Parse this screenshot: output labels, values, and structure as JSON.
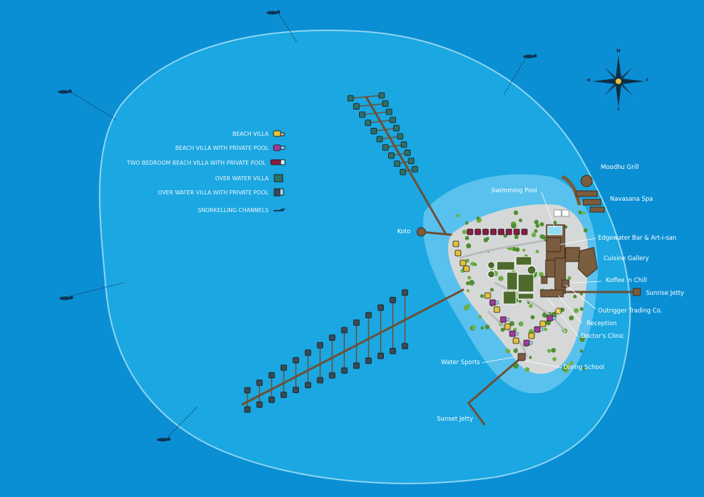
{
  "legend": [
    {
      "label": "BEACH VILLA",
      "icon": "beach-villa-icon",
      "color": "#e2c33a"
    },
    {
      "label": "BEACH VILLA WITH PRIVATE POOL",
      "icon": "beach-villa-pool-icon",
      "color": "#a43a9a"
    },
    {
      "label": "TWO BEDROOM BEACH VILLA WITH PRIVATE POOL",
      "icon": "two-bedroom-villa-icon",
      "color": "#8c1a45"
    },
    {
      "label": "OVER WATER VILLA",
      "icon": "over-water-villa-icon",
      "color": "#2f6f6a"
    },
    {
      "label": "OVER WATER VILLA WITH PRIVATE POOL",
      "icon": "over-water-villa-pool-icon",
      "color": "#3a4a55"
    },
    {
      "label": "SNORKELLING CHANNELS",
      "icon": "snorkeller-icon",
      "color": "#123a5a"
    }
  ],
  "places": {
    "moodhu_grill": "Moodhu Grill",
    "navasana_spa": "Navasana Spa",
    "swimming_pool": "Swimming Pool",
    "edgewater": "Edgewater Bar & Art-i-san",
    "cuisine_gallery": "Cuisine Gallery",
    "koffee": "Koffee 'n Chill",
    "sunrise_jetty": "Sunrise Jetty",
    "outrigger": "Outrigger Trading Co.",
    "reception": "Reception",
    "doctors_clinic": "Doctor's Clinic",
    "water_sports": "Water Sports",
    "diving_school": "Diving School",
    "sunset_jetty": "Sunset Jetty",
    "koto": "Koto"
  },
  "compass": {
    "n": "N",
    "e": "E",
    "s": "S",
    "w": "W"
  },
  "colors": {
    "ocean": "#0b8fd4",
    "lagoon": "#1ba7e1",
    "shallow": "#63c6ee",
    "sand": "#d6d8d8",
    "green": "#6fae45",
    "wood": "#7a5c3e"
  }
}
